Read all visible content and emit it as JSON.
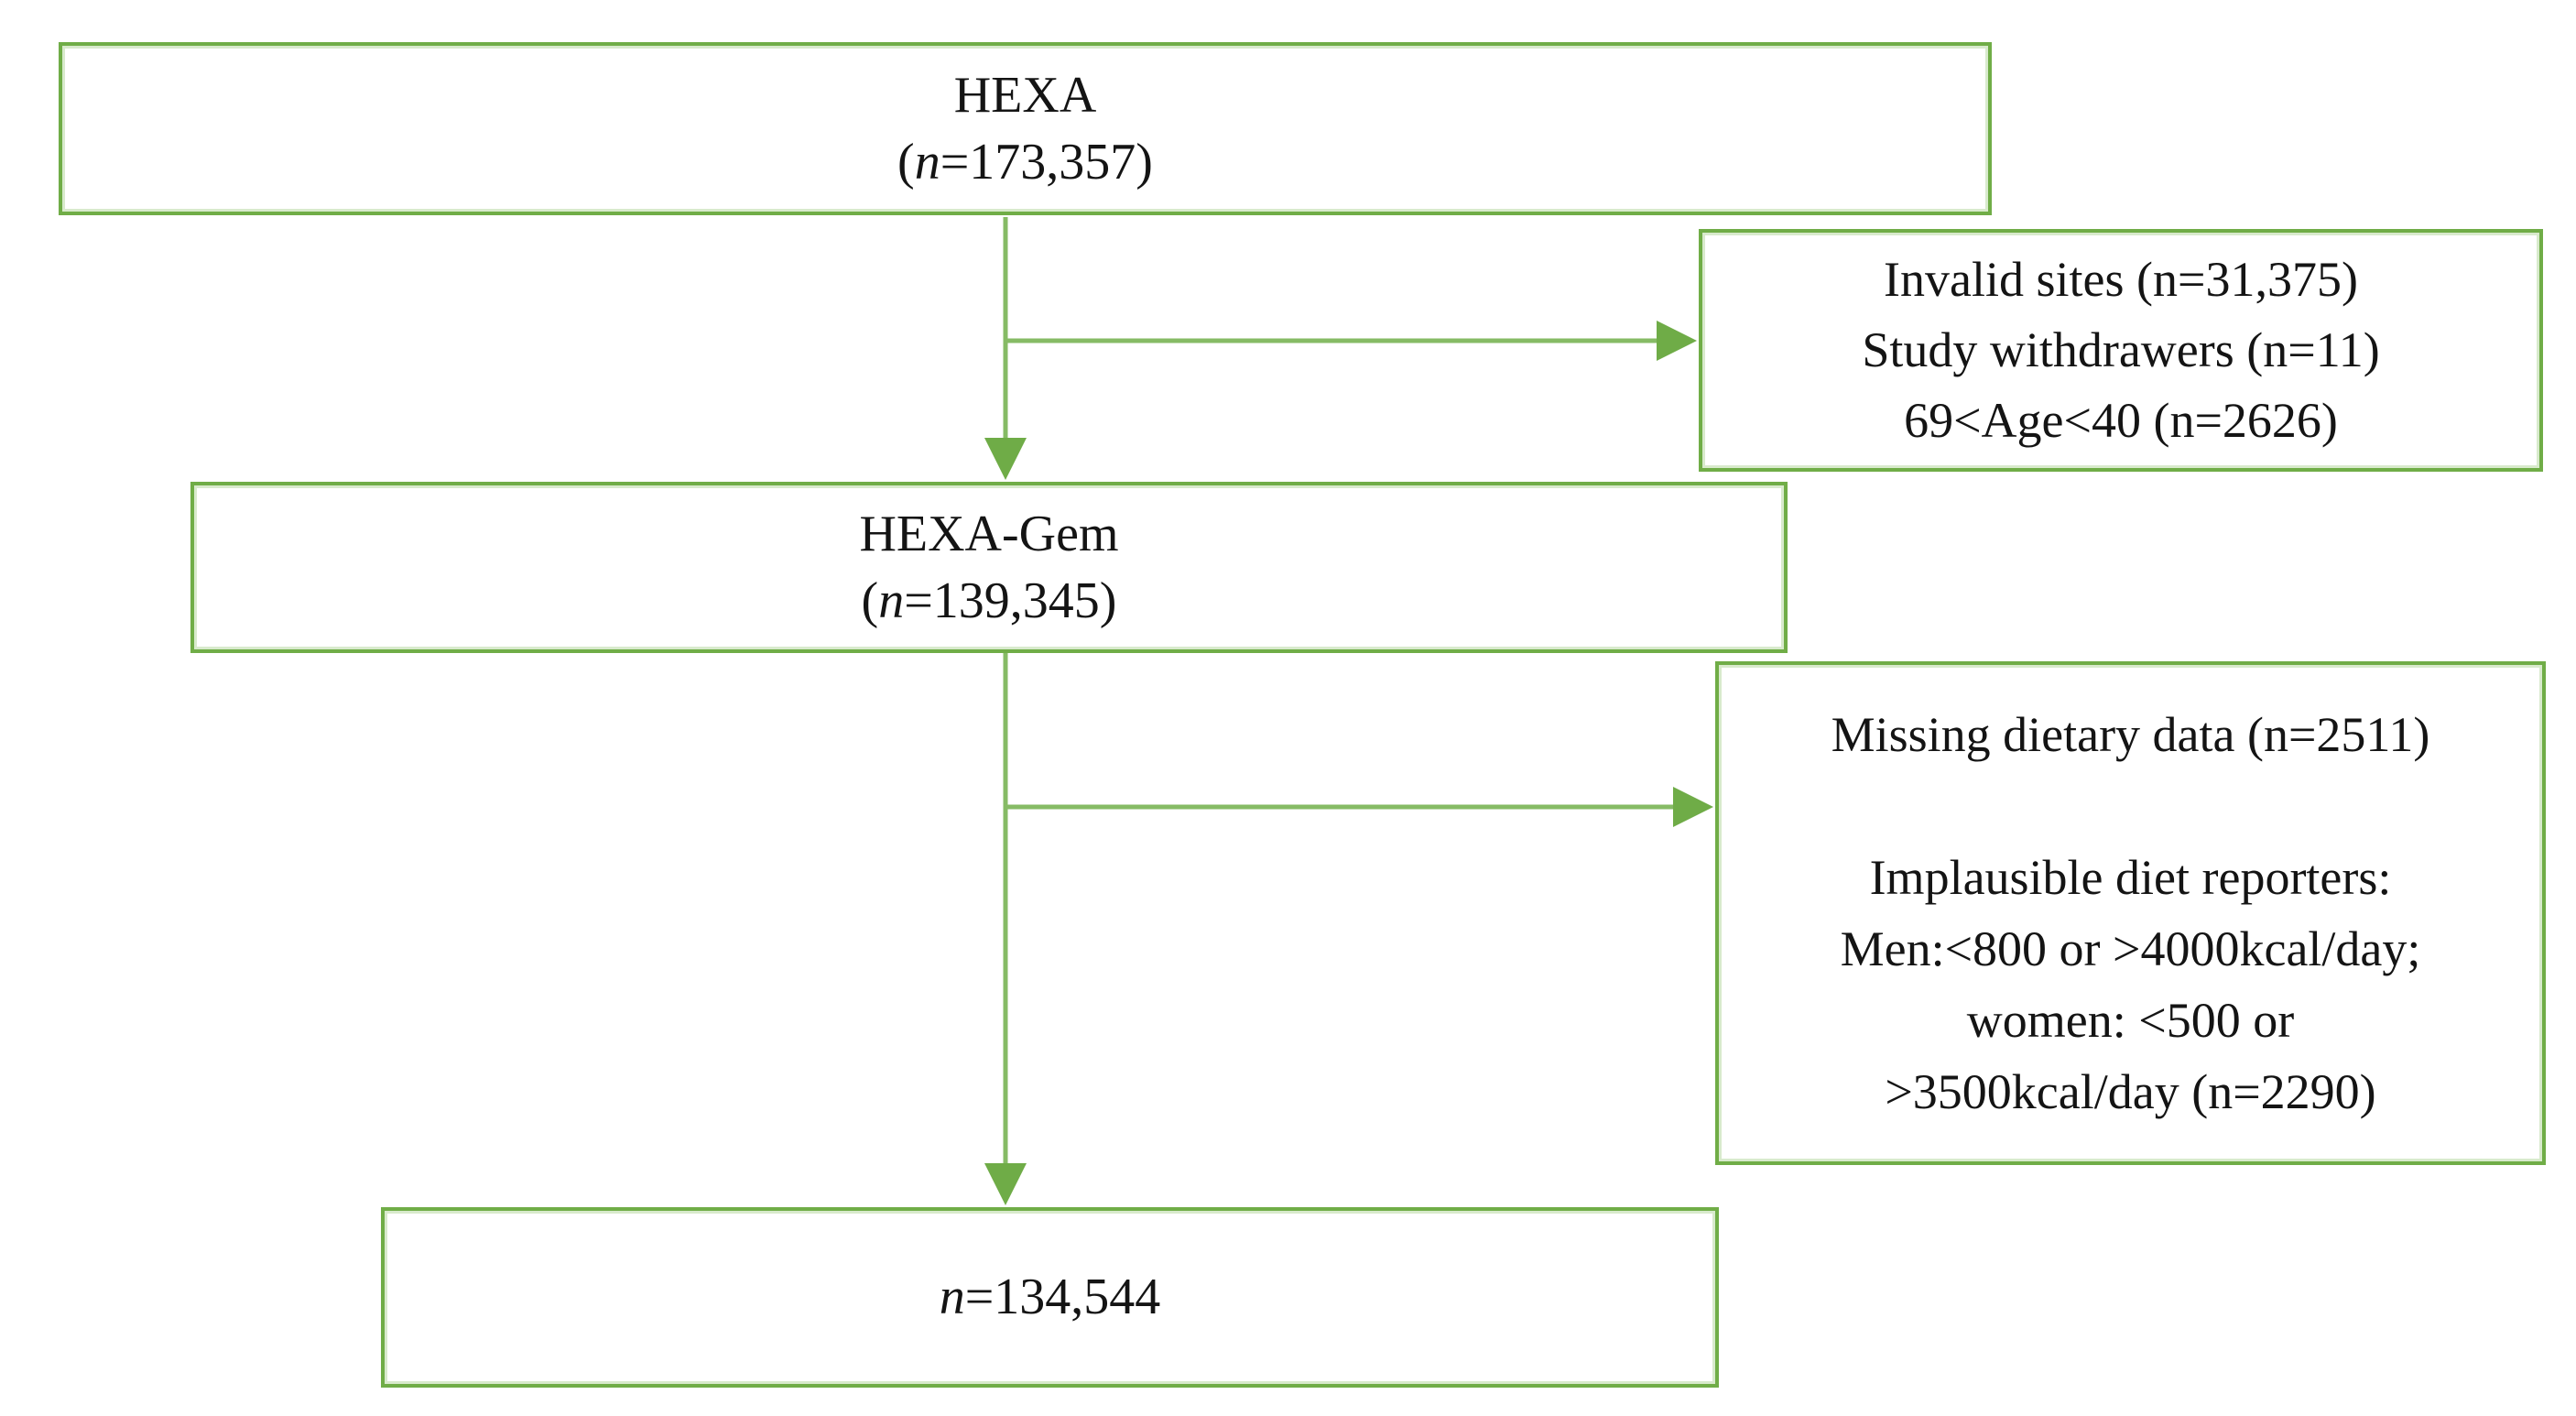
{
  "diagram": {
    "title": "HEXA participant flow diagram",
    "boxes": {
      "hexa": {
        "title": "HEXA",
        "count_prefix": "(",
        "count_n": "n",
        "count_suffix": "=173,357)"
      },
      "exclusion1": {
        "lines": [
          "Invalid sites (n=31,375)",
          "Study withdrawers (n=11)",
          "69<Age<40 (n=2626)"
        ]
      },
      "hexa_gem": {
        "title": "HEXA-Gem",
        "count_prefix": "(",
        "count_n": "n",
        "count_suffix": "=139,345)"
      },
      "exclusion2": {
        "lines": [
          "Missing dietary data (n=2511)",
          "",
          "Implausible diet reporters:",
          "Men:<800 or >4000kcal/day;",
          "women: <500 or",
          ">3500kcal/day (n=2290)"
        ]
      },
      "final": {
        "count_n": "n",
        "count_suffix": "=134,544"
      }
    },
    "colors": {
      "box_border": "#70AD47",
      "arrow_line": "#86BB65",
      "arrow_head": "#6FAC47",
      "text": "#141414",
      "background": "#FFFFFF"
    }
  }
}
